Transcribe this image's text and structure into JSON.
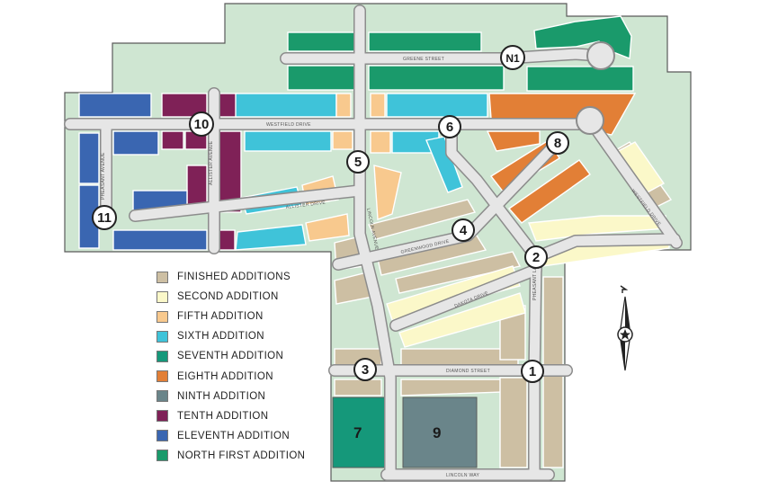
{
  "colors": {
    "background": "#ffffff",
    "land": "#cfe6d2",
    "land_outline": "#5a5a5a",
    "road_edge": "#8c8c8c",
    "road_fill": "#e6e6e6",
    "finished": "#cdbfa3",
    "second": "#fbf8c9",
    "fifth": "#f8c98e",
    "sixth": "#3fc3d9",
    "seventh": "#15987a",
    "eighth": "#e27f36",
    "ninth": "#6a858a",
    "tenth": "#7f2157",
    "eleventh": "#3a66b1",
    "north_first": "#1a9a6b"
  },
  "legend": [
    {
      "label": "FINISHED ADDITIONS",
      "color": "#cdbfa3"
    },
    {
      "label": "SECOND ADDITION",
      "color": "#fbf8c9"
    },
    {
      "label": "FIFTH ADDITION",
      "color": "#f8c98e"
    },
    {
      "label": "SIXTH ADDITION",
      "color": "#3fc3d9"
    },
    {
      "label": "SEVENTH ADDITION",
      "color": "#15987a"
    },
    {
      "label": "EIGHTH ADDITION",
      "color": "#e27f36"
    },
    {
      "label": "NINTH ADDITION",
      "color": "#6a858a"
    },
    {
      "label": "TENTH ADDITION",
      "color": "#7f2157"
    },
    {
      "label": "ELEVENTH ADDITION",
      "color": "#3a66b1"
    },
    {
      "label": "NORTH FIRST ADDITION",
      "color": "#1a9a6b"
    }
  ],
  "markers": {
    "m1": "1",
    "m2": "2",
    "m3": "3",
    "m4": "4",
    "m5": "5",
    "m6": "6",
    "m7": "7",
    "m8": "8",
    "m9": "9",
    "m10": "10",
    "m11": "11",
    "mN1": "N1"
  },
  "streets": {
    "green": "GREENE STREET",
    "westfield": "WESTFIELD DRIVE",
    "pheasant": "PHEASANT AVENUE",
    "allister_av": "ALLISTER AVENUE",
    "allister_dr": "ALLISTER DRIVE",
    "lincoln_av": "LINCOLN AVENUE",
    "greenwood": "GREENWOOD DRIVE",
    "westfield_ct": "WESTFIELD DRIVE",
    "diamond": "DIAMOND STREET",
    "dakota": "DAKOTA DRIVE",
    "lincoln_way": "LINCOLN WAY",
    "pheasant_ct": "PHEASANT LANE"
  },
  "icons": {
    "compass": "north-arrow-compass-icon"
  }
}
